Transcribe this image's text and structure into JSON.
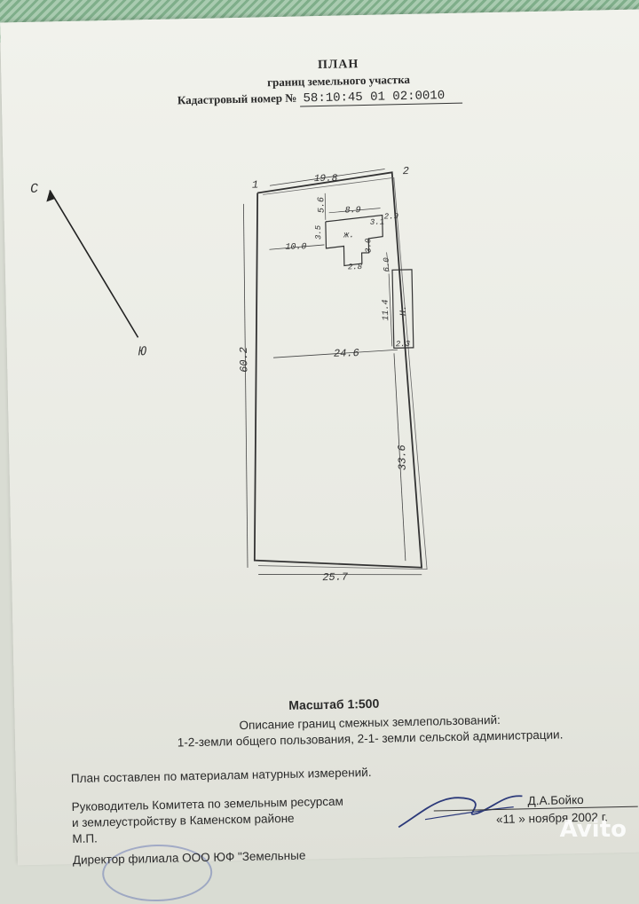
{
  "header": {
    "title": "ПЛАН",
    "subtitle": "границ земельного участка",
    "cadastral_label": "Кадастровый номер №",
    "cadastral_number": "58:10:45 01 02:0010"
  },
  "compass": {
    "north": "С",
    "south": "Ю"
  },
  "plan": {
    "points": [
      "1",
      "2"
    ],
    "dimensions": {
      "top": "19.8",
      "left": "60.2",
      "bottom": "25.7",
      "middle_width": "24.6",
      "right_lower": "33.6",
      "offset_left": "10.0",
      "house_width": "8.9",
      "house_offset_top": "5.6",
      "house_left_side": "3.5",
      "house_step": "3.1",
      "house_notch": "3.0",
      "house_bottom": "2.8",
      "house_right_gap": "2.9",
      "outbuilding_gap": "6.0",
      "outbuilding_length": "11.4",
      "outbuilding_width": "2.3"
    },
    "building_labels": {
      "house": "ж.",
      "outbuilding": "Н."
    }
  },
  "footer": {
    "scale": "Масштаб 1:500",
    "desc_title": "Описание границ смежных землепользований:",
    "desc_body": "1-2-земли общего пользования, 2-1- земли сельской администрации.",
    "compiled": "План составлен по материалам натурных измерений.",
    "committee_1": "Руководитель Комитета по земельным ресурсам",
    "committee_2": "и землеустройству в Каменском районе",
    "seal": "М.П.",
    "signer": "Д.А.Бойко",
    "date": "«11 » ноября  2002 г.",
    "director": "Директор филиала ООО ЮФ \"Земельные"
  },
  "watermark": "Avito"
}
